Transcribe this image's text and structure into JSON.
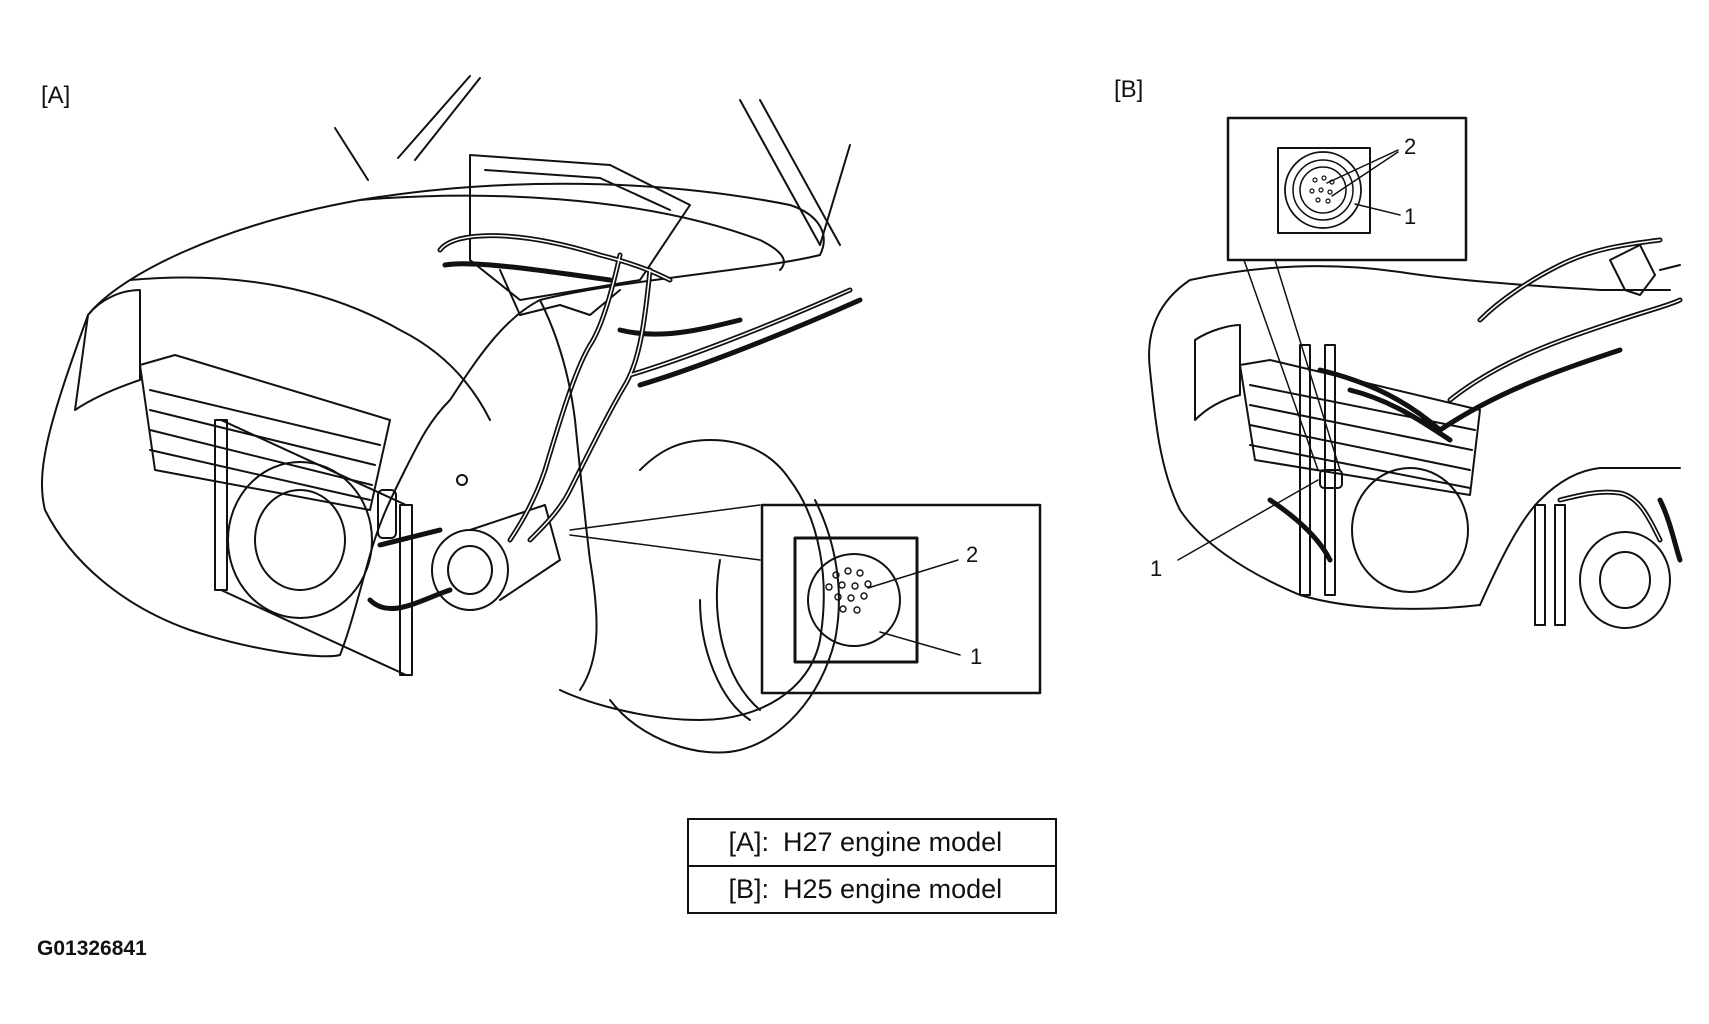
{
  "panels": [
    {
      "id": "panel-a",
      "label": "[A]"
    },
    {
      "id": "panel-b",
      "label": "[B]"
    }
  ],
  "callouts": {
    "a_inset_2": "2",
    "a_inset_1": "1",
    "b_inset_2": "2",
    "b_inset_1": "1",
    "b_main_1": "1"
  },
  "legend": [
    {
      "key": "[A]:",
      "desc": "H27 engine model"
    },
    {
      "key": "[B]:",
      "desc": "H25 engine model"
    }
  ],
  "figure_id": "G01326841"
}
